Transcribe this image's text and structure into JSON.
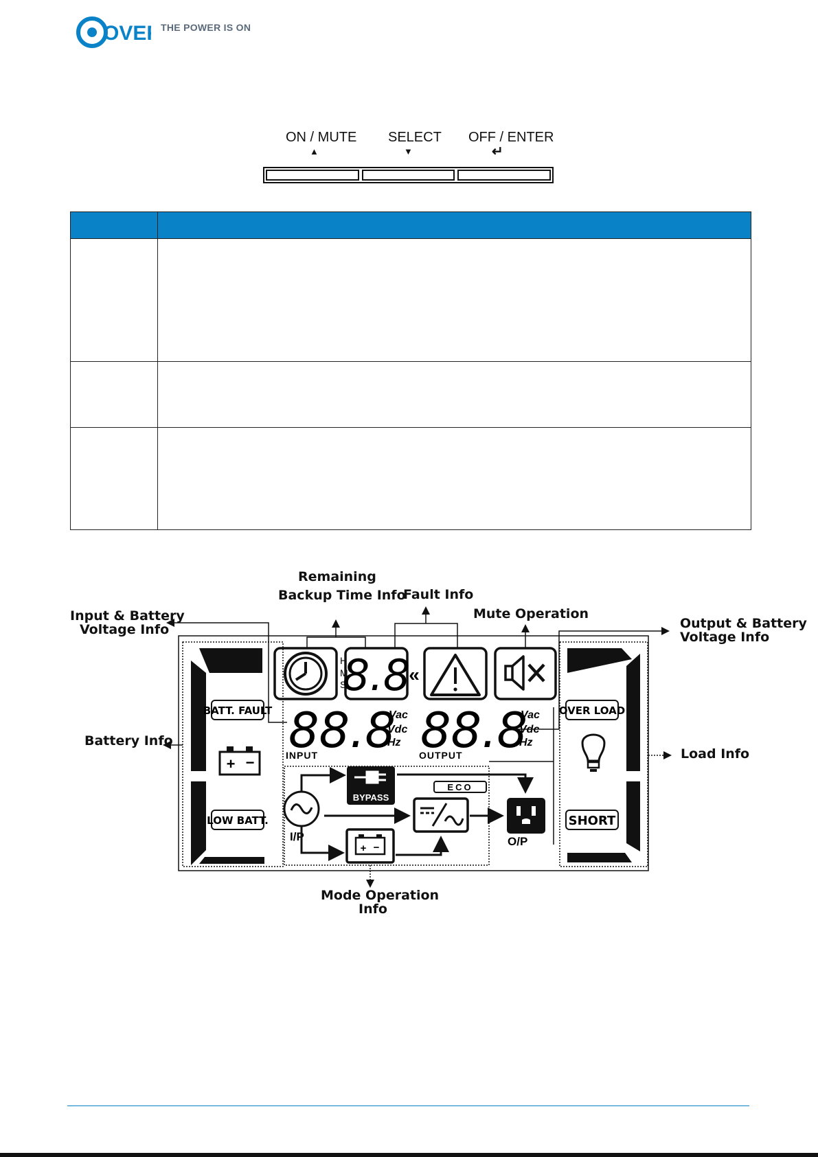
{
  "header": {
    "brand": "OVER",
    "tagline": "THE POWER IS ON",
    "brand_color": "#0a82c8"
  },
  "buttons": [
    {
      "label": "ON / MUTE",
      "symbol": "▲"
    },
    {
      "label": "SELECT",
      "symbol": "▼"
    },
    {
      "label": "OFF / ENTER",
      "symbol": "↵"
    }
  ],
  "table": {
    "header_color": "#0a82c8",
    "headers": [
      "",
      ""
    ],
    "rows": [
      {
        "button": "",
        "description": ""
      },
      {
        "button": "",
        "description": ""
      },
      {
        "button": "",
        "description": ""
      }
    ]
  },
  "diagram": {
    "callouts": {
      "remaining_1": "Remaining",
      "remaining_2": "Backup Time Info",
      "fault": "Fault Info",
      "mute": "Mute Operation",
      "input_1": "Input & Battery",
      "input_2": "Voltage Info",
      "output_1": "Output & Battery",
      "output_2": "Voltage Info",
      "battery": "Battery Info",
      "load": "Load Info",
      "mode_1": "Mode Operation",
      "mode_2": "Info"
    },
    "lcd": {
      "time_units": [
        "H",
        "M",
        "S"
      ],
      "fault_digits": "8.8",
      "input_digits": "88.8",
      "output_digits": "88.8",
      "units": [
        "Vac",
        "Vdc",
        "Hz"
      ],
      "input_label": "INPUT",
      "output_label": "OUTPUT",
      "batt_fault": "BATT. FAULT",
      "low_batt": "LOW BATT.",
      "over_load": "OVER LOAD",
      "short": "SHORT",
      "bypass": "BYPASS",
      "eco": "ECO",
      "ip": "I/P",
      "op": "O/P"
    }
  }
}
